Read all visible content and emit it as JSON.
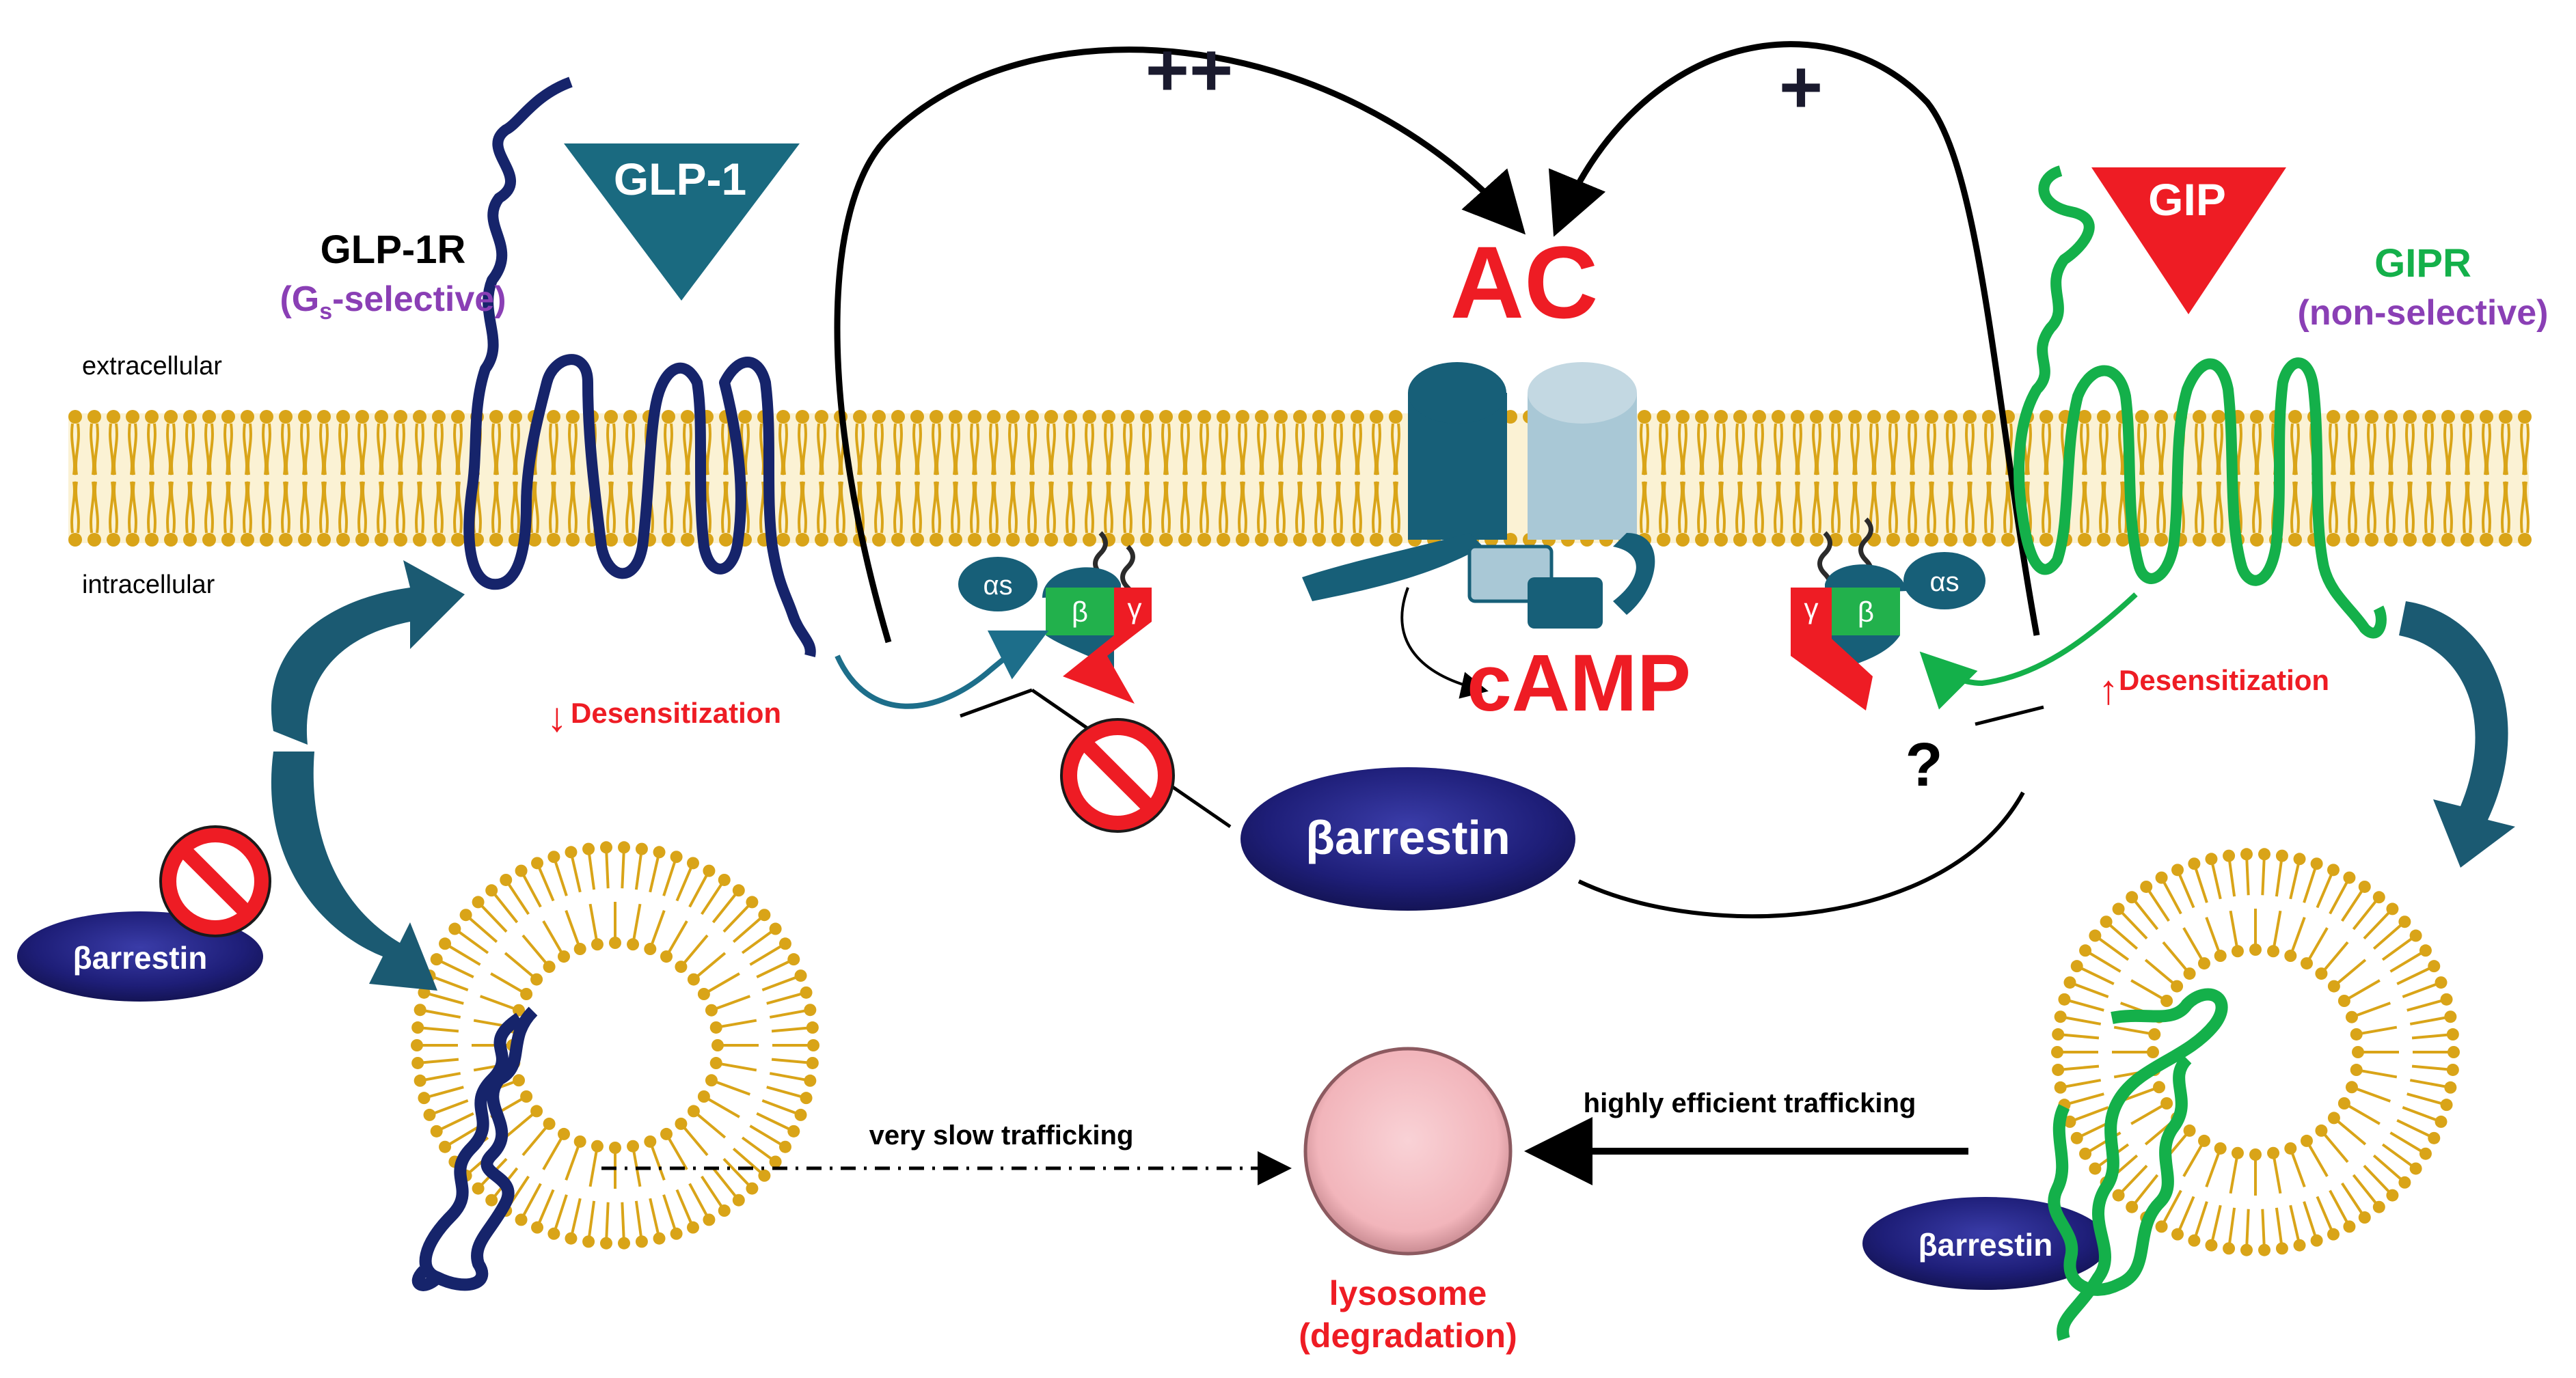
{
  "labels": {
    "glp1": "GLP-1",
    "glp1r": "GLP-1R",
    "glp1r_sub_pre": "(G",
    "glp1r_sub_s": "s",
    "glp1r_sub_post": "-selective)",
    "gip": "GIP",
    "gipr": "GIPR",
    "gipr_sub": "(non-selective)",
    "extracellular": "extracellular",
    "intracellular": "intracellular",
    "ac": "AC",
    "camp": "cAMP",
    "plus_plus": "++",
    "plus": "+",
    "question": "?",
    "desens_left": "Desensitization",
    "desens_right": "Desensitization",
    "desens_left_arrow": "↓",
    "desens_right_arrow": "↑",
    "barrestin_center": "βarrestin",
    "barrestin_left": "βarrestin",
    "barrestin_right": "βarrestin",
    "alpha_s_left": "αs",
    "alpha_s_right": "αs",
    "beta_left": "β",
    "gamma_left": "γ",
    "beta_right": "β",
    "gamma_right": "γ",
    "very_slow": "very slow trafficking",
    "highly_efficient": "highly efficient trafficking",
    "lysosome": "lysosome",
    "degradation": "(degradation)"
  },
  "colors": {
    "glp1r_navy": "#16246b",
    "gipr_green": "#14b04a",
    "teal_dark": "#175f78",
    "teal_light": "#a9c8d6",
    "red": "#ee1c24",
    "purple": "#8a3fb5",
    "membrane_gold": "#d9a418",
    "lysosome_pink": "#f4b9bf",
    "barrestin_navy": "#1e1e78"
  }
}
